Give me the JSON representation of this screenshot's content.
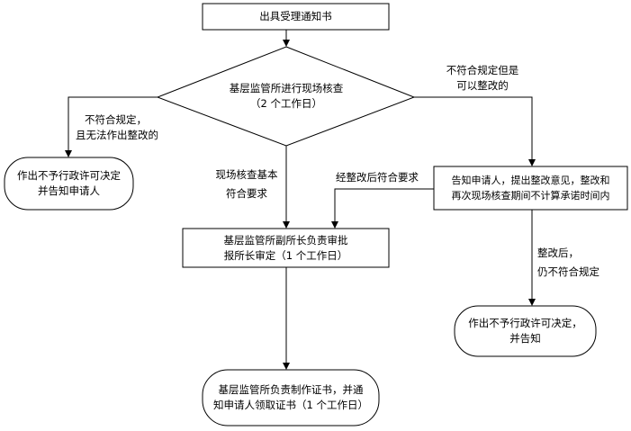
{
  "nodes": {
    "start": {
      "line1": "出具受理通知书"
    },
    "decision": {
      "line1": "基层监管所进行现场核查",
      "line2": "（2 个工作日）"
    },
    "reject_left": {
      "line1": "作出不予行政许可决定",
      "line2": "并告知申请人"
    },
    "notify_rectify": {
      "line1": "告知申请人，提出整改意见，整改和",
      "line2": "再次现场核查期间不计算承诺时间内"
    },
    "deputy_review": {
      "line1": "基层监管所副所长负责审批",
      "line2": "报所长审定（1 个工作日）"
    },
    "reject_right": {
      "line1": "作出不予行政许可决定，",
      "line2": "并告知"
    },
    "certificate": {
      "line1": "基层监管所负责制作证书，并通",
      "line2": "知申请人领取证书（1 个工作日）"
    }
  },
  "labels": {
    "not_compliant_no_fix": {
      "line1": "不符合规定，",
      "line2": "且无法作出整改的"
    },
    "not_compliant_fixable": {
      "line1": "不符合规定但是",
      "line2": "可以整改的"
    },
    "basic_compliant": {
      "line1": "现场核查基本",
      "line2": "符合要求"
    },
    "after_rectify_ok": {
      "line1": "经整改后符合要求"
    },
    "after_rectify_fail": {
      "line1": "整改后，",
      "line2": "仍不符合规定"
    }
  }
}
